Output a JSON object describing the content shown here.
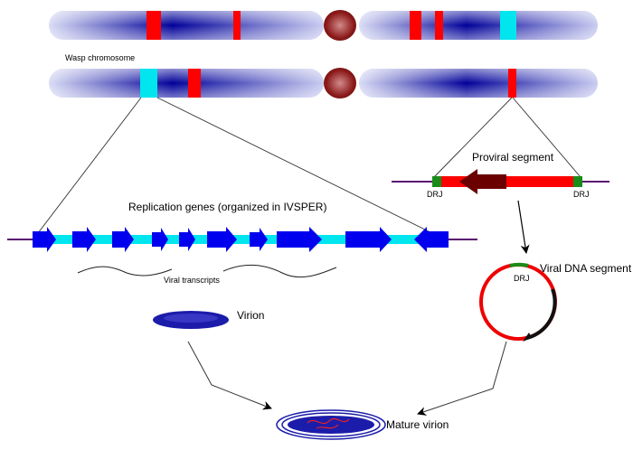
{
  "labels": {
    "wasp_chromosome": "Wasp chromosome",
    "replication_genes": "Replication genes (organized in IVSPER)",
    "viral_transcripts": "Viral transcripts",
    "virion": "Virion",
    "mature_virion": "Mature virion",
    "proviral_segment": "Proviral segment",
    "drj_left": "DRJ",
    "drj_right": "DRJ",
    "drj_circle": "DRJ",
    "viral_dna_segment": "Viral DNA segment"
  },
  "colors": {
    "chromosome_dark": "#000099",
    "chromosome_light": "#c8cbf0",
    "centromere": "#8b1a1a",
    "band_red": "#ff0000",
    "band_cyan": "#00e5ee",
    "gene_blue": "#0000ee",
    "intergenic_cyan": "#00e5ee",
    "backbone_purple": "#5a1070",
    "drj_green": "#1a8c1a",
    "orf_dark_red": "#6a0000",
    "circle_red": "#ee0000",
    "virion_blue": "#1c1caa"
  }
}
